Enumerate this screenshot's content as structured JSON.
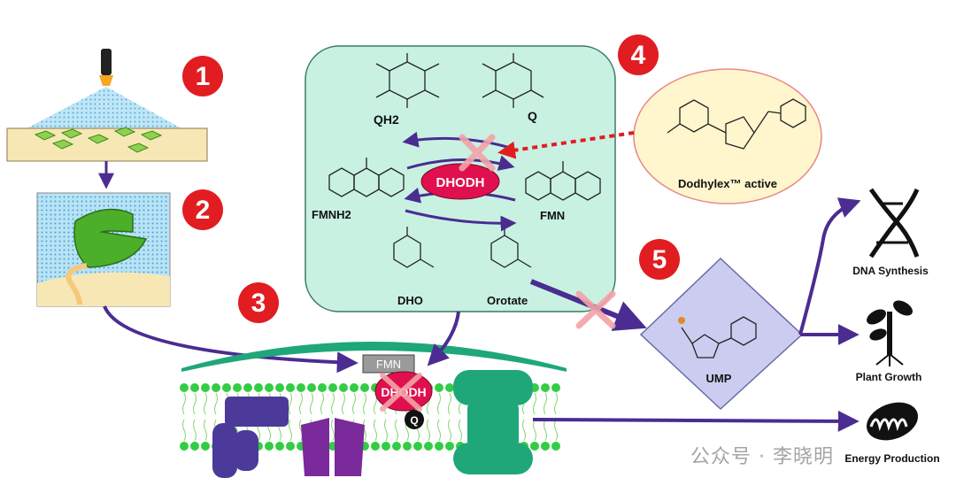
{
  "steps": [
    "1",
    "2",
    "3",
    "4",
    "5"
  ],
  "molecules": {
    "qh2": "QH2",
    "q": "Q",
    "fmnh2": "FMNH2",
    "fmn": "FMN",
    "dho": "DHO",
    "orotate": "Orotate",
    "ump": "UMP"
  },
  "enzyme": {
    "dhodh_box": "DHODH",
    "dhodh_membrane": "DHODH",
    "fmn_tag": "FMN",
    "q_tag": "Q"
  },
  "inhibitor": {
    "label": "Dodhylex™ active"
  },
  "outcomes": {
    "dna": "DNA Synthesis",
    "plant": "Plant Growth",
    "energy": "Energy Production"
  },
  "watermark": "公众号 · 李晓明",
  "colors": {
    "step_red": "#e11d22",
    "enzyme_pink": "#e0104f",
    "panel_green": "#c8f1e2",
    "arrow_purple": "#4b2c91",
    "inhibitor_red": "#e11d22",
    "ump_lavender": "#ccccf0",
    "membrane_green": "#33cc44",
    "protein_teal": "#1fa77a"
  }
}
